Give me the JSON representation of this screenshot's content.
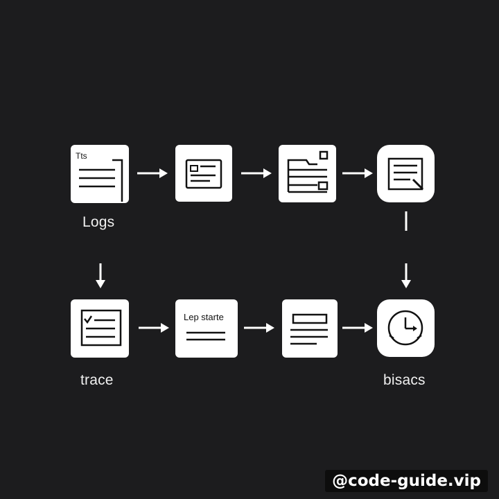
{
  "diagram": {
    "row1": {
      "node1_text": "Tts",
      "label": "Logs"
    },
    "row2": {
      "node2_text": "Lep starte",
      "label_left": "trace",
      "label_right": "bisacs"
    }
  },
  "watermark": "@code-guide.vip",
  "colors": {
    "background": "#1c1c1e",
    "node": "#ffffff",
    "stroke": "#111111",
    "arrow": "#ffffff"
  }
}
